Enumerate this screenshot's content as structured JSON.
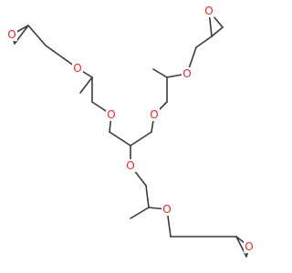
{
  "molecule": {
    "bond_color": "#3a3a3a",
    "oxygen_color": "#e8262a",
    "atoms": {
      "o_epox_tl": "O",
      "o_ether_tl": "O",
      "o_ether_ml": "O",
      "o_ether_mr": "O",
      "o_ether_tr": "O",
      "o_epox_tr": "O",
      "o_ether_center": "O",
      "o_ether_br": "O",
      "o_epox_br": "O"
    }
  }
}
